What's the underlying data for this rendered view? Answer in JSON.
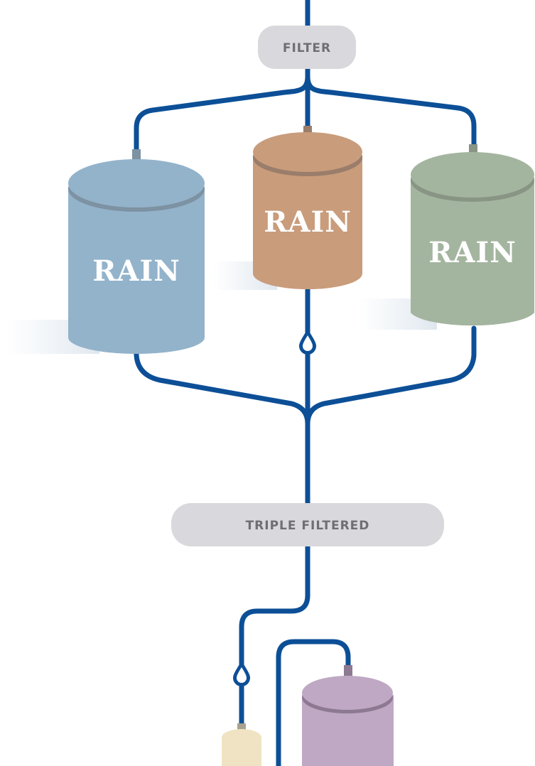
{
  "labels": {
    "filter": "FILTER",
    "triple_filtered": "TRIPLE FILTERED"
  },
  "tanks": [
    {
      "label": "RAIN",
      "color": "#93b3cb",
      "rim": "#7d92a2"
    },
    {
      "label": "RAIN",
      "color": "#c99c7b",
      "rim": "#9a7d6b"
    },
    {
      "label": "RAIN",
      "color": "#a4b59f",
      "rim": "#889584"
    }
  ],
  "colors": {
    "pipe": "#0c4f97",
    "filter_pill": "#d9d8dc",
    "label_text": "#6f6e73",
    "small_tank": "#efe3c3",
    "purple_tank": "#bfa8c4",
    "shadow": "#e4ebf2"
  },
  "icons": [
    "water-drop-icon",
    "water-drop-icon"
  ]
}
